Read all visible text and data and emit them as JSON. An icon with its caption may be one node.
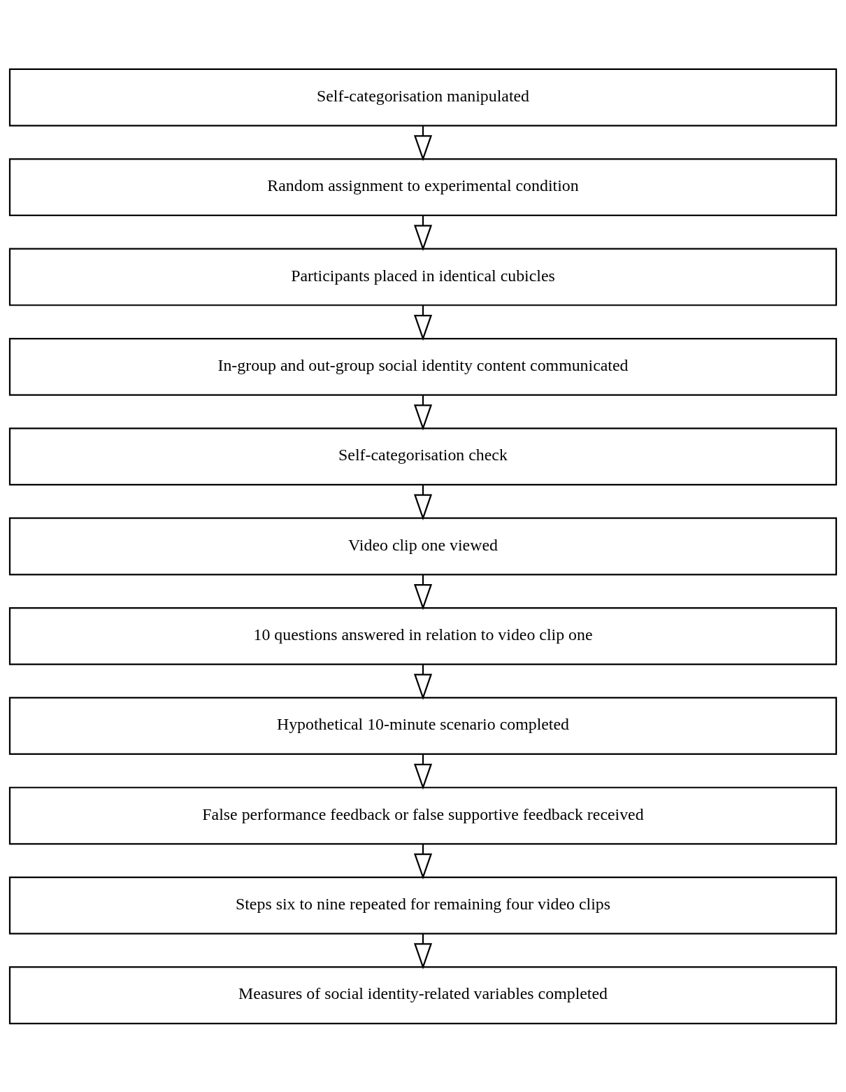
{
  "diagram": {
    "nodes": [
      {
        "text": [
          "Self-categorisation manipulated"
        ]
      },
      {
        "text": [
          "Random assignment to experimental condition"
        ]
      },
      {
        "text": [
          "Participants placed in identical cubicles"
        ]
      },
      {
        "text": [
          "In-group and out-group social identity content communicated"
        ]
      },
      {
        "text": [
          "Self-categorisation check"
        ]
      },
      {
        "text": [
          "Video clip one viewed"
        ]
      },
      {
        "text": [
          "10 questions answered in relation to video clip one"
        ]
      },
      {
        "text": [
          "Hypothetical 10-minute scenario completed"
        ]
      },
      {
        "text": [
          "False performance feedback or false supportive feedback received"
        ]
      },
      {
        "text": [
          "Steps six to nine repeated for remaining four video clips"
        ]
      },
      {
        "text": [
          "Measures of social identity-related variables completed"
        ]
      }
    ],
    "edges": [
      {
        "from": 0,
        "to": 1,
        "arrow": "to"
      },
      {
        "from": 1,
        "to": 2,
        "arrow": "to"
      },
      {
        "from": 2,
        "to": 3,
        "arrow": "to"
      },
      {
        "from": 3,
        "to": 4,
        "arrow": "to"
      },
      {
        "from": 4,
        "to": 5,
        "arrow": "to"
      },
      {
        "from": 5,
        "to": 6,
        "arrow": "to"
      },
      {
        "from": 6,
        "to": 7,
        "arrow": "to"
      },
      {
        "from": 7,
        "to": 8,
        "arrow": "to"
      },
      {
        "from": 8,
        "to": 9,
        "arrow": "to"
      },
      {
        "from": 9,
        "to": 10,
        "arrow": "to"
      }
    ]
  }
}
